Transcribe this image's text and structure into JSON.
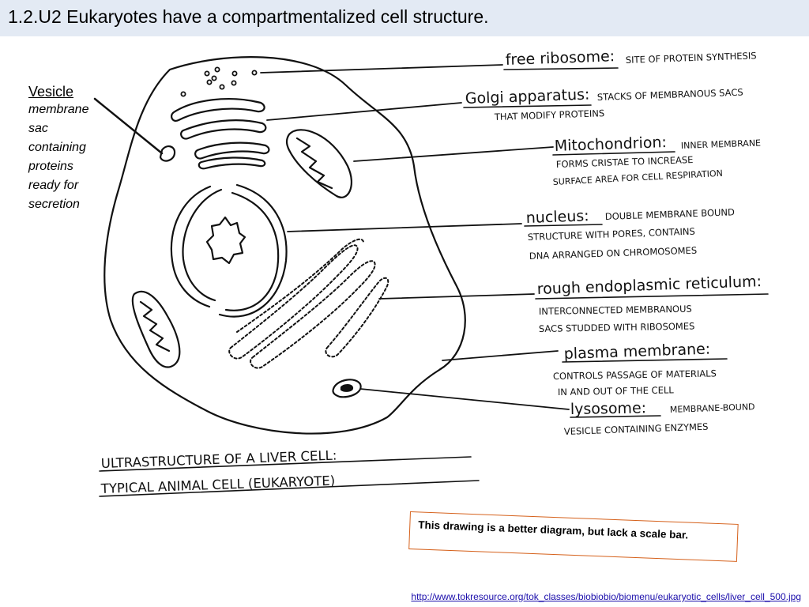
{
  "slide": {
    "title": "1.2.U2 Eukaryotes have a compartmentalized cell structure."
  },
  "vesicle": {
    "term": "Vesicle",
    "description": "membrane sac containing proteins ready for secretion"
  },
  "labels": {
    "free_ribosome": {
      "term": "free ribosome:",
      "desc": "SITE OF PROTEIN SYNTHESIS"
    },
    "golgi": {
      "term": "Golgi apparatus:",
      "desc1": "STACKS OF MEMBRANOUS SACS",
      "desc2": "THAT MODIFY PROTEINS"
    },
    "mitochondrion": {
      "term": "Mitochondrion:",
      "desc1": "INNER MEMBRANE",
      "desc2": "FORMS CRISTAE TO INCREASE",
      "desc3": "SURFACE AREA FOR CELL RESPIRATION"
    },
    "nucleus": {
      "term": "nucleus:",
      "desc1": "DOUBLE MEMBRANE BOUND",
      "desc2": "STRUCTURE WITH PORES, CONTAINS",
      "desc3": "DNA ARRANGED ON CHROMOSOMES"
    },
    "rough_er": {
      "term": "rough endoplasmic reticulum:",
      "desc1": "INTERCONNECTED MEMBRANOUS",
      "desc2": "SACS STUDDED WITH RIBOSOMES"
    },
    "plasma_membrane": {
      "term": "plasma membrane:",
      "desc1": "CONTROLS PASSAGE OF MATERIALS",
      "desc2": "IN AND OUT OF THE CELL"
    },
    "lysosome": {
      "term": "lysosome:",
      "desc1": "MEMBRANE-BOUND",
      "desc2": "VESICLE CONTAINING ENZYMES"
    }
  },
  "caption": {
    "line1": "ULTRASTRUCTURE OF A LIVER CELL:",
    "line2": "TYPICAL ANIMAL CELL (EUKARYOTE)"
  },
  "note": {
    "text": "This drawing is a better diagram, but lack a scale bar."
  },
  "source": {
    "url": "http://www.tokresource.org/tok_classes/biobiobio/biomenu/eukaryotic_cells/liver_cell_500.jpg"
  }
}
